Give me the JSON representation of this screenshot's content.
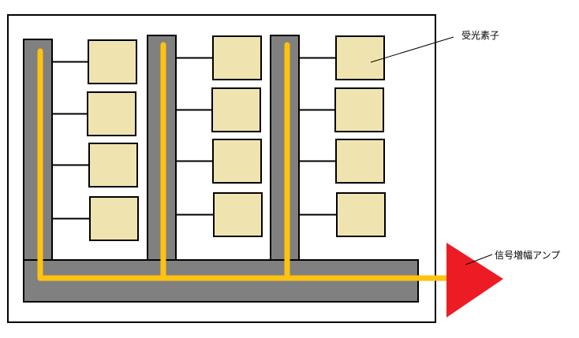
{
  "labels": {
    "photodetector": "受光素子",
    "amplifier": "信号増幅アンプ"
  },
  "colors": {
    "frame": "#000000",
    "column_bus": "#808080",
    "signal_line": "#ffc20e",
    "photodetector_fill": "#efe4b0",
    "amplifier": "#ed1c24",
    "background": "#ffffff"
  },
  "grid": {
    "columns": 3,
    "photodetectors_per_column": 4
  }
}
